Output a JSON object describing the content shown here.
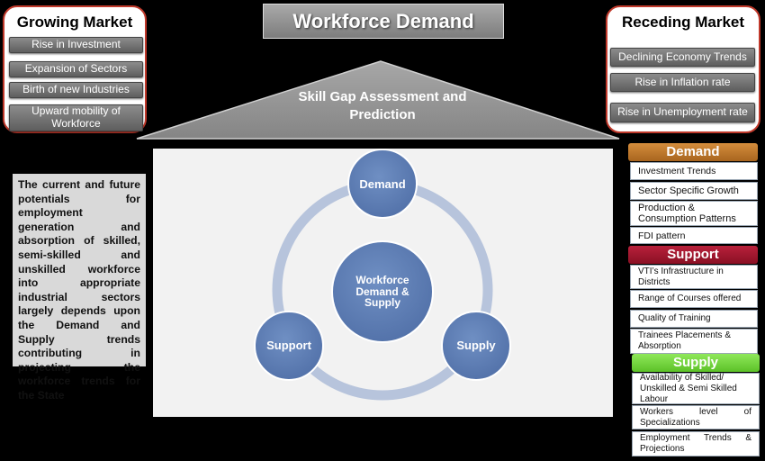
{
  "title": "Workforce Demand",
  "roof_text": "Skill Gap Assessment and Prediction",
  "growing_market": {
    "title": "Growing Market",
    "items": [
      "Rise in Investment",
      "Expansion of Sectors",
      "Birth of new Industries",
      "Upward mobility of Workforce"
    ]
  },
  "receding_market": {
    "title": "Receding Market",
    "items": [
      "Declining Economy Trends",
      "Rise in Inflation rate",
      "Rise in Unemployment rate"
    ]
  },
  "description": "The current and future potentials for employment generation and absorption of skilled, semi-skilled and unskilled workforce into appropriate industrial sectors largely depends upon the Demand and Supply trends contributing in projecting the workforce trends for the State",
  "cycle": {
    "center": "Workforce Demand & Supply",
    "nodes": [
      "Demand",
      "Supply",
      "Support"
    ]
  },
  "right_column": {
    "demand": {
      "header": "Demand",
      "items": [
        "Investment Trends",
        "Sector Specific Growth",
        "Production & Consumption Patterns",
        "FDI pattern"
      ]
    },
    "support": {
      "header": "Support",
      "items": [
        "VTI’s Infrastructure in Districts",
        "Range of Courses offered",
        "Quality of Training",
        "Trainees Placements & Absorption"
      ]
    },
    "supply": {
      "header": "Supply",
      "items": [
        "Availability of Skilled/ Unskilled & Semi Skilled Labour",
        "Workers level of Specializations",
        "Employment Trends & Projections"
      ]
    }
  },
  "colors": {
    "market_border": "#c0392b",
    "circle_fill": "#5b7db5",
    "ring": "#b7c4dc",
    "demand_header": "#c07a2c",
    "support_header": "#a01830",
    "supply_header": "#6fd13a"
  }
}
